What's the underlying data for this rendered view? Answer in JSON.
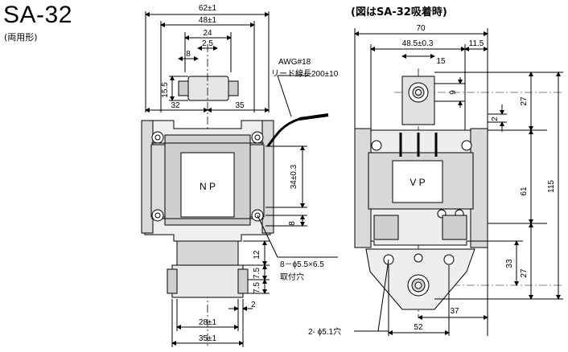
{
  "header": {
    "title": "SA-32",
    "subtitle": "(両用形)",
    "right_view_title": "(図はSA-32吸着時)"
  },
  "left_view": {
    "dims": {
      "overall_width": "62±1",
      "inner_width": "48±1",
      "center_width": "24",
      "hole_offset": "2.5",
      "small_8": "8",
      "left_35": "32",
      "right_35": "35",
      "height_15_5": "15.5",
      "coil_34": "34±0.3",
      "dim_8_right": "8",
      "dim_12": "12",
      "dim_7_5_a": "7.5",
      "dim_7_5_b": "7.5",
      "dim_2": "2",
      "bottom_28": "28±1",
      "bottom_35": "35±1"
    },
    "wire_note_line1": "AWG#18",
    "wire_note_line2": "リード線長200±10",
    "mount_note_line1": "8－ϕ5.5×6.5",
    "mount_note_line2": "取付穴",
    "label_plate": "N P"
  },
  "right_view": {
    "dims": {
      "overall_70": "70",
      "dim_48_5": "48.5±0.3",
      "dim_11_5": "11.5",
      "dim_15": "15",
      "dim_9": "9",
      "dim_27_top": "27",
      "dim_2": "2",
      "dim_61": "61",
      "dim_115": "115",
      "dim_33": "33",
      "dim_27_bottom": "27",
      "dim_37": "37",
      "dim_52": "52"
    },
    "hole_note": "2- ϕ5.1穴",
    "label_plate": "V P"
  }
}
